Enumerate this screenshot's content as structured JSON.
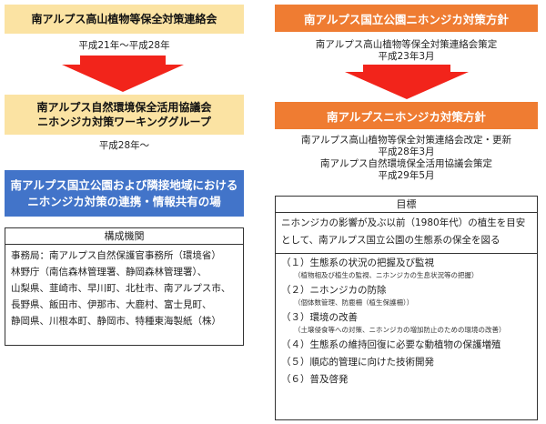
{
  "left": {
    "box1": "南アルプス高山植物等保全対策連絡会",
    "note1": "平成21年～平成28年",
    "box2_line1": "南アルプス自然環境保全活用協議会",
    "box2_line2": "ニホンジカ対策ワーキンググループ",
    "note2": "平成28年～",
    "blue_line1": "南アルプス国立公園および隣接地域における",
    "blue_line2": "ニホンジカ対策の連携・情報共有の場",
    "org_title": "構成機関",
    "org_lines": [
      "事務局：南アルプス自然保護官事務所（環境省）",
      "林野庁（南信森林管理署、静岡森林管理署）、",
      "山梨県、韮崎市、早川町、北杜市、南アルプス市、",
      "長野県、飯田市、伊那市、大鹿村、富士見町、",
      "静岡県、川根本町、静岡市、特種東海製紙（株）"
    ]
  },
  "right": {
    "box1": "南アルプス国立公園ニホンジカ対策方針",
    "note1_line1": "南アルプス高山植物等保全対策連絡会策定",
    "note1_line2": "平成23年3月",
    "box2": "南アルプスニホンジカ対策方針",
    "note2_line1": "南アルプス高山植物等保全対策連絡会改定・更新",
    "note2_line2": "平成28年3月",
    "note2_line3": "南アルプス自然環境保全活用協議会策定",
    "note2_line4": "平成29年5月",
    "goal_title": "目標",
    "goal_line1": "ニホンジカの影響が及ぶ以前（1980年代）の植生を目安",
    "goal_line2": "として、南アルプス国立公園の生態系の保全を図る",
    "items": [
      {
        "label": "（１）生態系の状況の把握及び監視",
        "sub": "（植物相及び植生の監視、ニホンジカの生息状況等の把握）"
      },
      {
        "label": "（２）ニホンジカの防除",
        "sub": "（個体数管理、防鹿柵（植生保護柵））"
      },
      {
        "label": "（３）環境の改善",
        "sub": "（土壌侵食等への対策、ニホンジカの増加防止のための環境の改善）"
      },
      {
        "label": "（４）生態系の維持回復に必要な動植物の保護増殖",
        "sub": ""
      },
      {
        "label": "（５）順応的管理に向けた技術開発",
        "sub": ""
      },
      {
        "label": "（６）普及啓発",
        "sub": ""
      }
    ]
  },
  "colors": {
    "yellow": "#fbe3a3",
    "orange": "#ef7c32",
    "blue": "#4274c9",
    "arrow_red": "#f2241b"
  }
}
